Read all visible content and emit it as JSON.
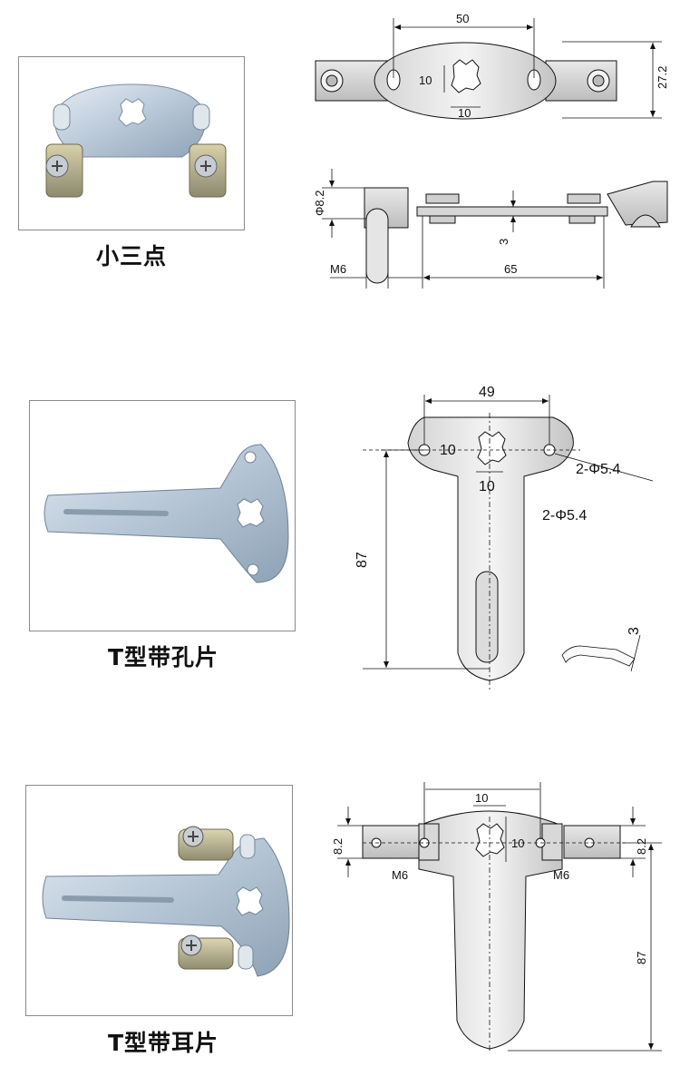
{
  "products": [
    {
      "caption": "小三点",
      "dims": {
        "width": "50",
        "height": "27.2",
        "star_w": "10",
        "star_h": "10",
        "pin_dia": "Φ8.2",
        "thickness": "3",
        "thread": "M6",
        "length": "65"
      }
    },
    {
      "caption": "T型带孔片",
      "dims": {
        "width": "49",
        "star_w": "10",
        "star_h": "10",
        "hole_callout_1": "2-Φ5.4",
        "hole_callout_2": "2-Φ5.4",
        "height": "87",
        "thickness": "3"
      }
    },
    {
      "caption": "T型带耳片",
      "dims": {
        "ear_h_left": "8.2",
        "ear_h_right": "8.2",
        "star_w": "10",
        "star_h": "10",
        "thread_left": "M6",
        "thread_right": "M6",
        "height": "87"
      }
    }
  ],
  "colors": {
    "metal": "#c9d6e3",
    "metal_dark": "#8fa3b8",
    "line": "#111111",
    "frame": "#8a8a8a"
  }
}
